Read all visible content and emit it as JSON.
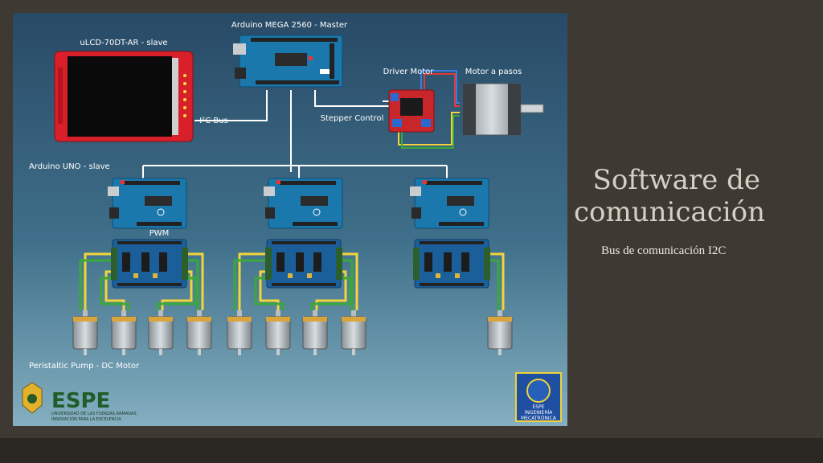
{
  "slide": {
    "title_line1": "Software de",
    "title_line2": "comunicación",
    "subtitle": "Bus de comunicación I2C"
  },
  "diagram": {
    "labels": {
      "master": "Arduino MEGA 2560 - Master",
      "lcd": "uLCD-70DT-AR - slave",
      "i2c": "I²C Bus",
      "driver": "Driver Motor",
      "stepper_motor": "Motor a pasos",
      "stepper_control": "Stepper Control",
      "uno": "Arduino UNO - slave",
      "pwm": "PWM",
      "pump": "Peristaltic Pump - DC Motor"
    },
    "logos": {
      "espe": "ESPE",
      "espe_tagline1": "UNIVERSIDAD DE LAS FUERZAS ARMADAS",
      "espe_tagline2": "INNOVACIÓN PARA LA EXCELENCIA",
      "mecha1": "ESPE",
      "mecha2": "INGENIERÍA",
      "mecha3": "MECATRÓNICA"
    },
    "colors": {
      "background_top": "#2c4f6c",
      "background_bottom": "#7ba7ba",
      "wire": "#ffffff",
      "wire_yellow": "#f2d53a",
      "wire_green": "#3aa83a",
      "board": "#1a7ab0",
      "driver_board": "#c8262a"
    }
  }
}
